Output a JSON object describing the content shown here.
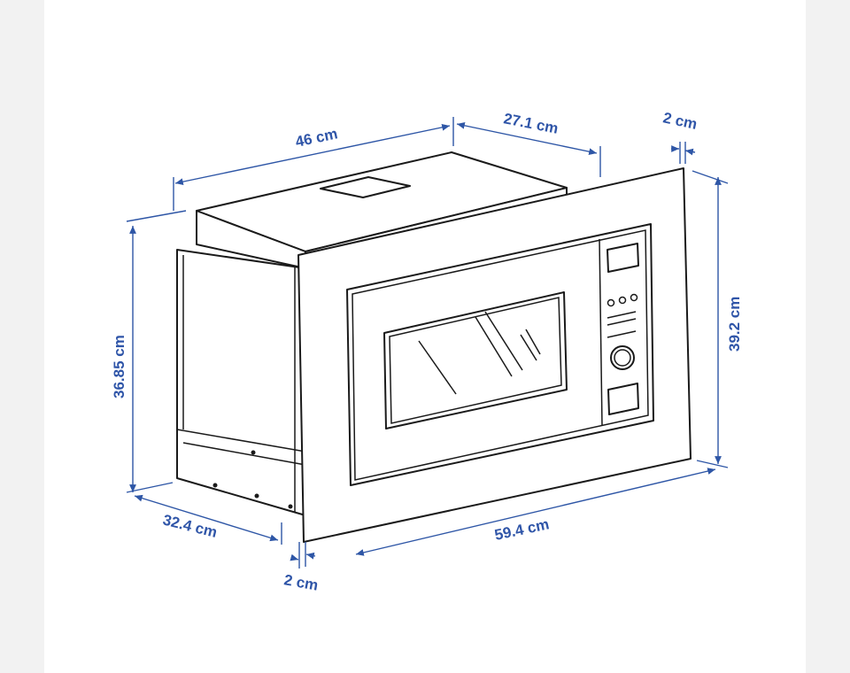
{
  "dimensions": {
    "body_width": "46 cm",
    "rear_top_depth": "27.1 cm",
    "frame_thickness_top": "2 cm",
    "body_height": "36.85 cm",
    "front_height": "39.2 cm",
    "body_depth": "32.4 cm",
    "front_width": "59.4 cm",
    "frame_thickness_bottom": "2 cm"
  },
  "colors": {
    "dimension": "#2f55a8",
    "outline": "#1a1a1a",
    "background": "#ffffff"
  },
  "icons": [
    "microwave-line-drawing"
  ]
}
